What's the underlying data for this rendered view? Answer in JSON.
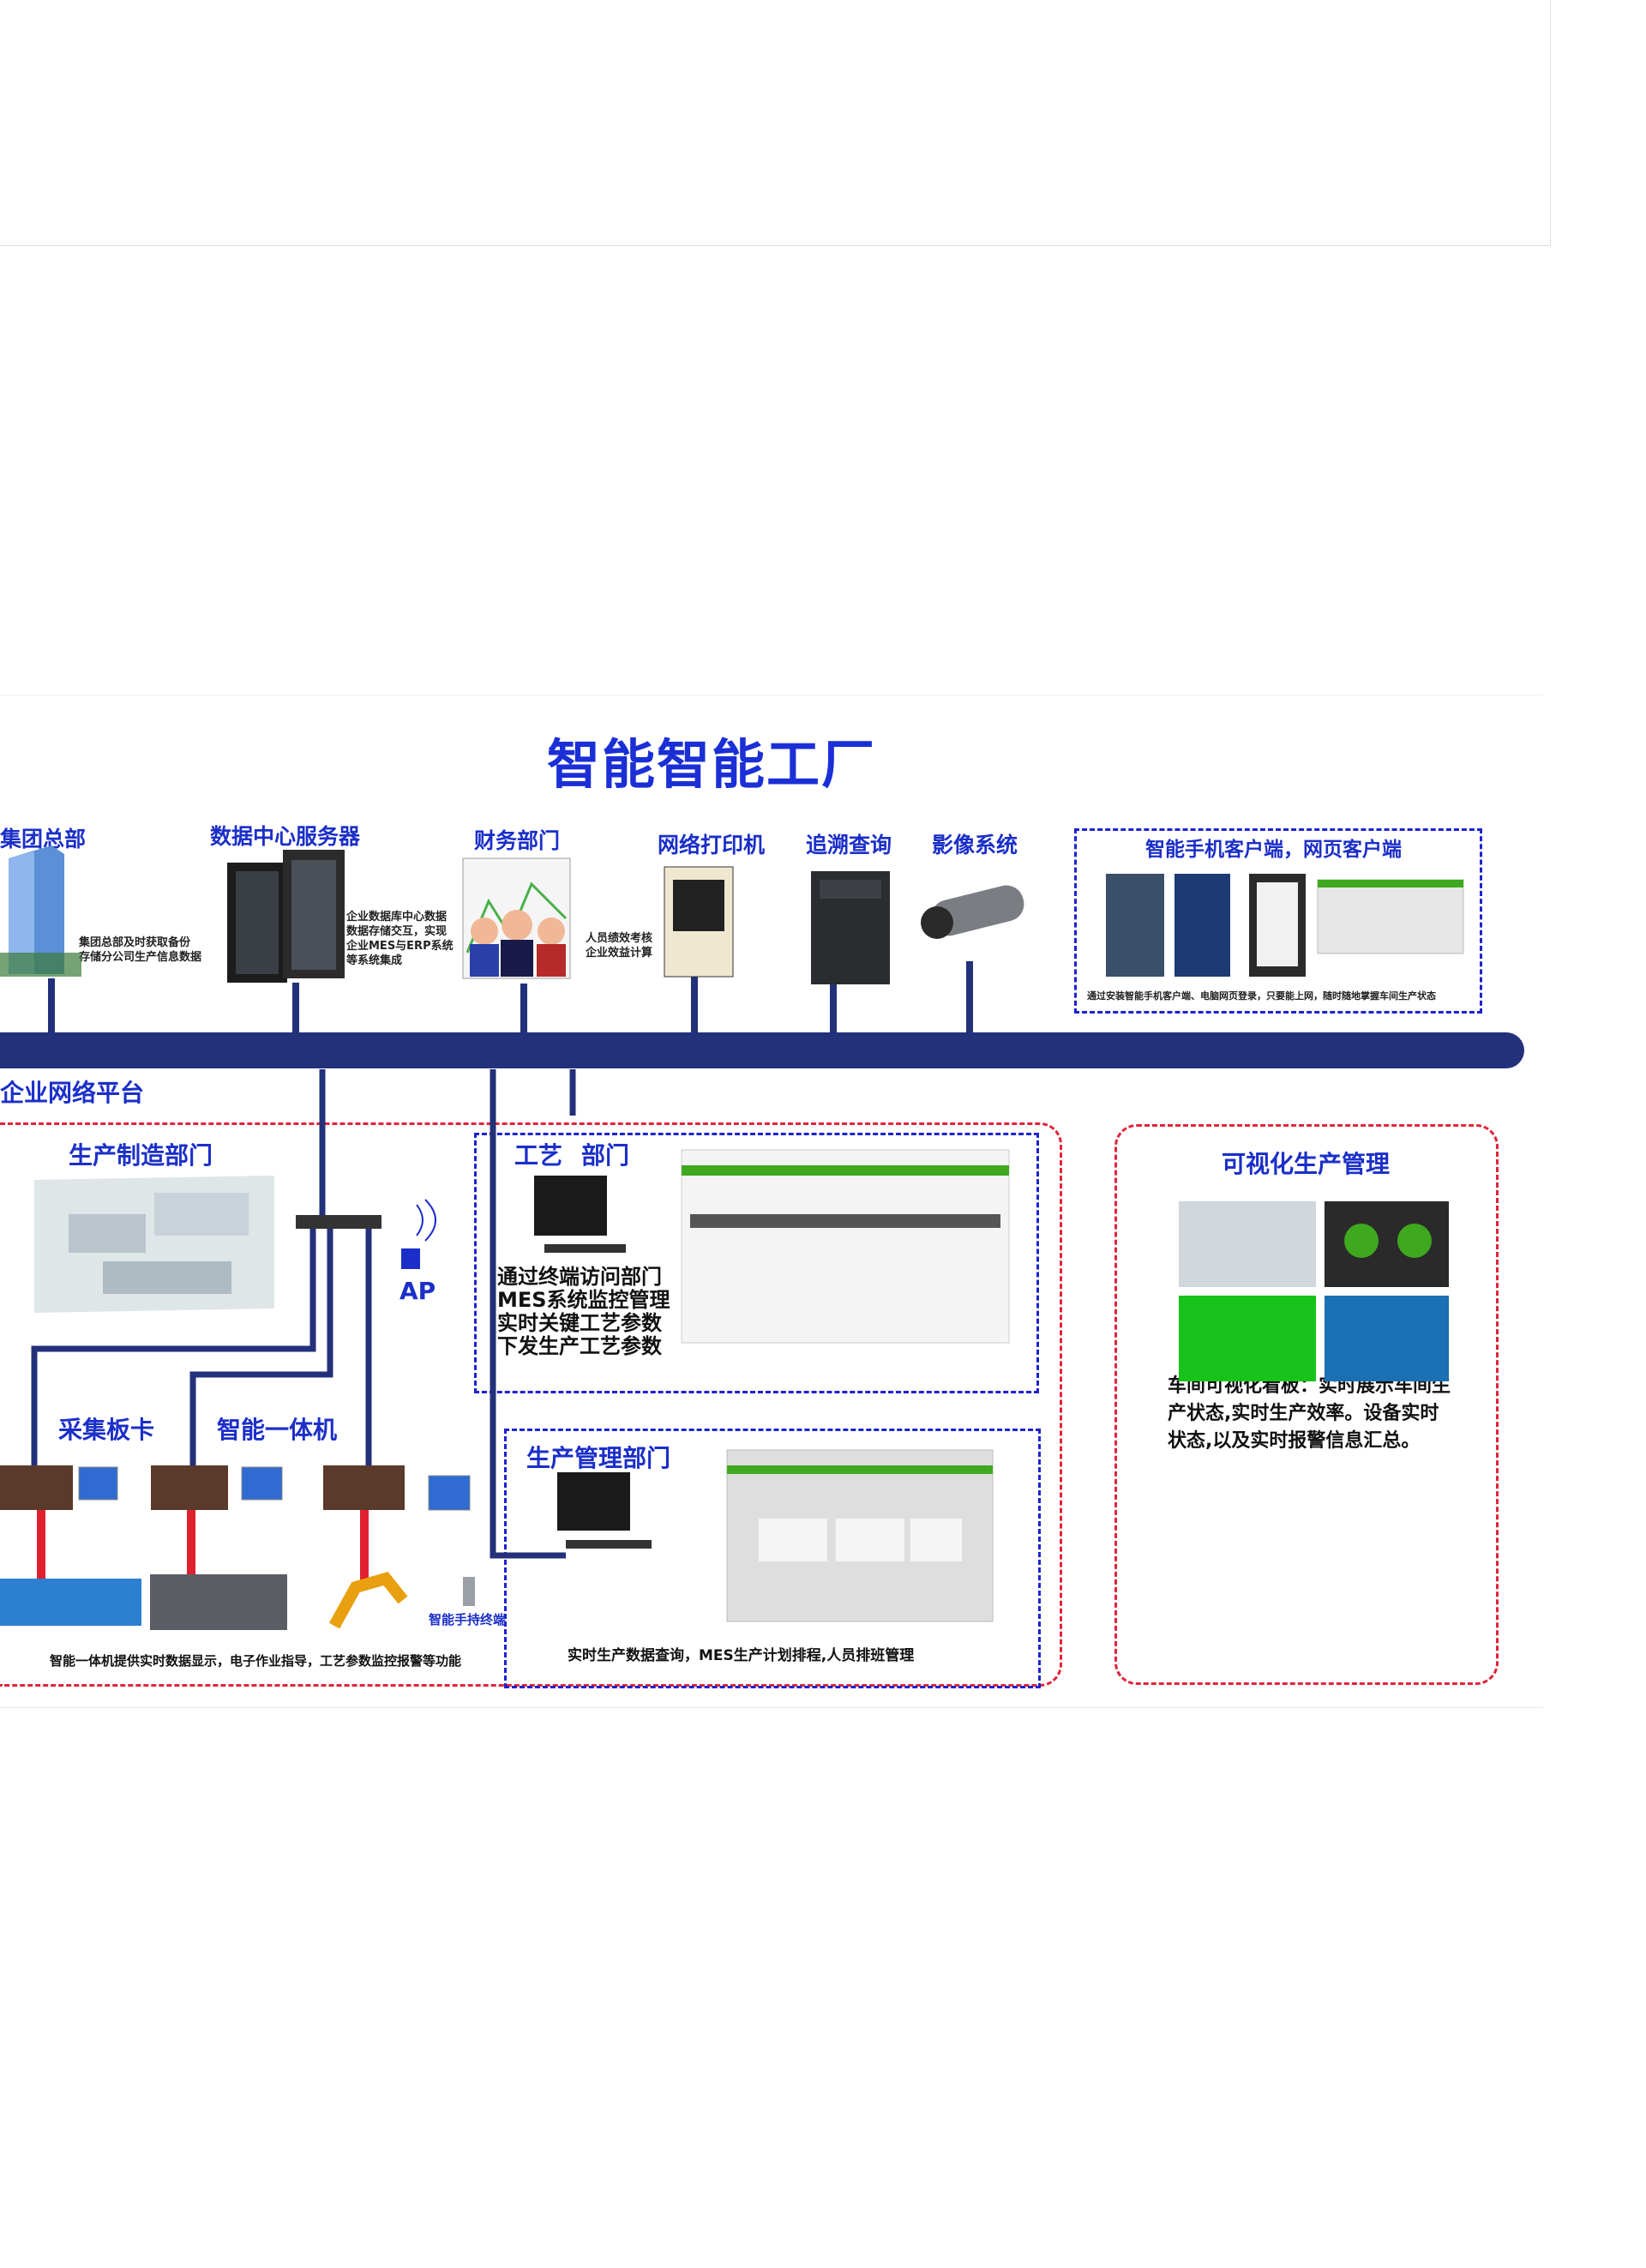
{
  "title": "智能智能工厂",
  "top_labels": {
    "hq": "集团总部",
    "datacenter": "数据中心服务器",
    "finance": "财务部门",
    "printer": "网络打印机",
    "trace": "追溯查询",
    "video": "影像系统",
    "mobile": "智能手机客户端，网页客户端"
  },
  "notes": {
    "hq": "集团总部及时获取备份\n存储分公司生产信息数据",
    "datacenter": "企业数据库中心数据\n数据存储交互，实现\n企业MES与ERP系统\n等系统集成",
    "finance": "人员绩效考核\n企业效益计算",
    "mobile": "通过安装智能手机客户端、电脑网页登录，只要能上网，随时随地掌握车间生产状态"
  },
  "platform": "企业网络平台",
  "manufacturing": {
    "title": "生产制造部门",
    "ap": "AP",
    "card": "采集板卡",
    "machine": "智能一体机",
    "handheld": "智能手持终端",
    "footer": "智能一体机提供实时数据显示，电子作业指导，工艺参数监控报警等功能"
  },
  "process": {
    "title_a": "工艺",
    "title_b": "部门",
    "desc": "通过终端访问部门\nMES系统监控管理\n实时关键工艺参数\n下发生产工艺参数"
  },
  "management": {
    "title": "生产管理部门",
    "desc": "实时生产数据查询，MES生产计划排程,人员排班管理"
  },
  "visual": {
    "title": "可视化生产管理",
    "desc": "车间可视化看板：实时展示车间生\n产状态,实时生产效率。设备实时\n状态,以及实时报警信息汇总。"
  },
  "colors": {
    "title": "#1a2fd6",
    "bus": "#23307a",
    "red_dash": "#e0243a",
    "blue_dash": "#1d22d0",
    "screen_green": "#3ea81f"
  },
  "icons": [
    "building-icon",
    "server-rack-icon",
    "people-icon",
    "printer-icon",
    "tower-pc-icon",
    "camera-icon",
    "phone-icon",
    "factory-icon",
    "switch-icon",
    "ap-icon",
    "board-icon",
    "monitor-icon",
    "injection-machine-icon",
    "lathe-icon",
    "robot-arm-icon",
    "handheld-icon",
    "desktop-icon",
    "dashboard-icon"
  ]
}
